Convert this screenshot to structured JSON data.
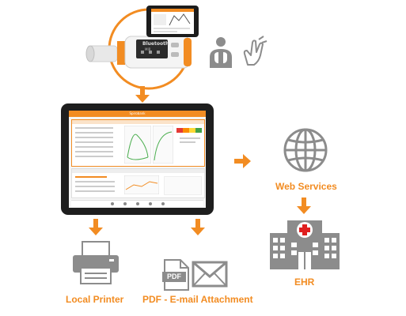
{
  "tablet": {
    "app_title": "Spirobank"
  },
  "device": {
    "brand": "Bluetooth",
    "model": "MIR"
  },
  "labels": {
    "web_services": "Web Services",
    "ehr": "EHR",
    "local_printer": "Local Printer",
    "pdf_email": "PDF - E-mail Attachment"
  },
  "icons": {
    "pdf_text": "PDF",
    "spirometer": "spirometer-device-icon",
    "phone": "smartphone-icon",
    "patient": "patient-lungs-icon",
    "hand": "hand-touch-icon",
    "tablet": "tablet-icon",
    "globe": "globe-icon",
    "hospital": "hospital-icon",
    "printer": "printer-icon",
    "pdf": "pdf-file-icon",
    "envelope": "envelope-icon"
  },
  "colors": {
    "accent": "#f28c22",
    "icon_gray": "#8c8c8c",
    "cross_red": "#e02020"
  }
}
